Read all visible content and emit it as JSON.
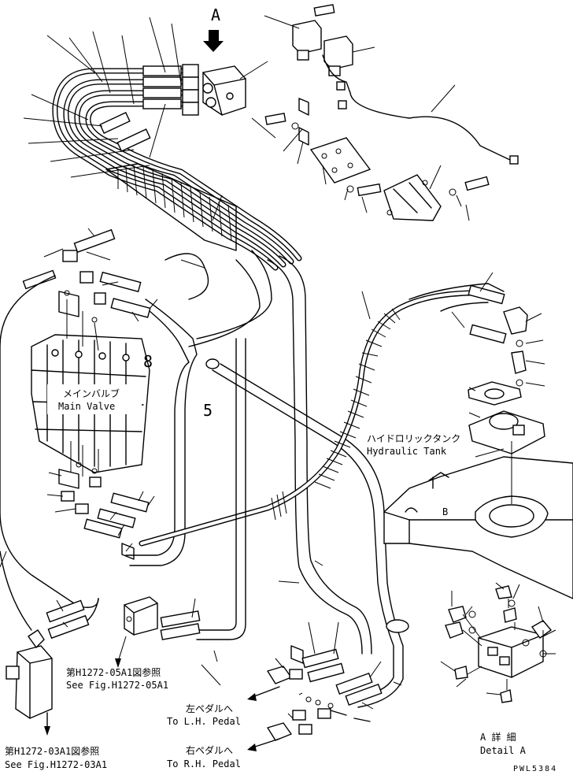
{
  "view_marker": "A",
  "labels": {
    "main_valve_ja": "メインバルブ",
    "main_valve_en": "Main Valve",
    "hydraulic_tank_ja": "ハイドロリックタンク",
    "hydraulic_tank_en": "Hydraulic Tank",
    "part_number_8": "8",
    "part_number_5": "5",
    "ref_05a1_ja": "第H1272-05A1図参照",
    "ref_05a1_en": "See Fig.H1272-05A1",
    "lh_pedal_ja": "左ペダルへ",
    "lh_pedal_en": "To L.H. Pedal",
    "rh_pedal_ja": "右ペダルへ",
    "rh_pedal_en": "To R.H. Pedal",
    "ref_03a1_ja": "第H1272-03A1図参照",
    "ref_03a1_en": "See Fig.H1272-03A1",
    "detail_ja": "A 詳 細",
    "detail_en": "Detail A",
    "drawing_code": "PWL5384"
  },
  "colors": {
    "ink": "#000000",
    "paper": "#ffffff"
  }
}
